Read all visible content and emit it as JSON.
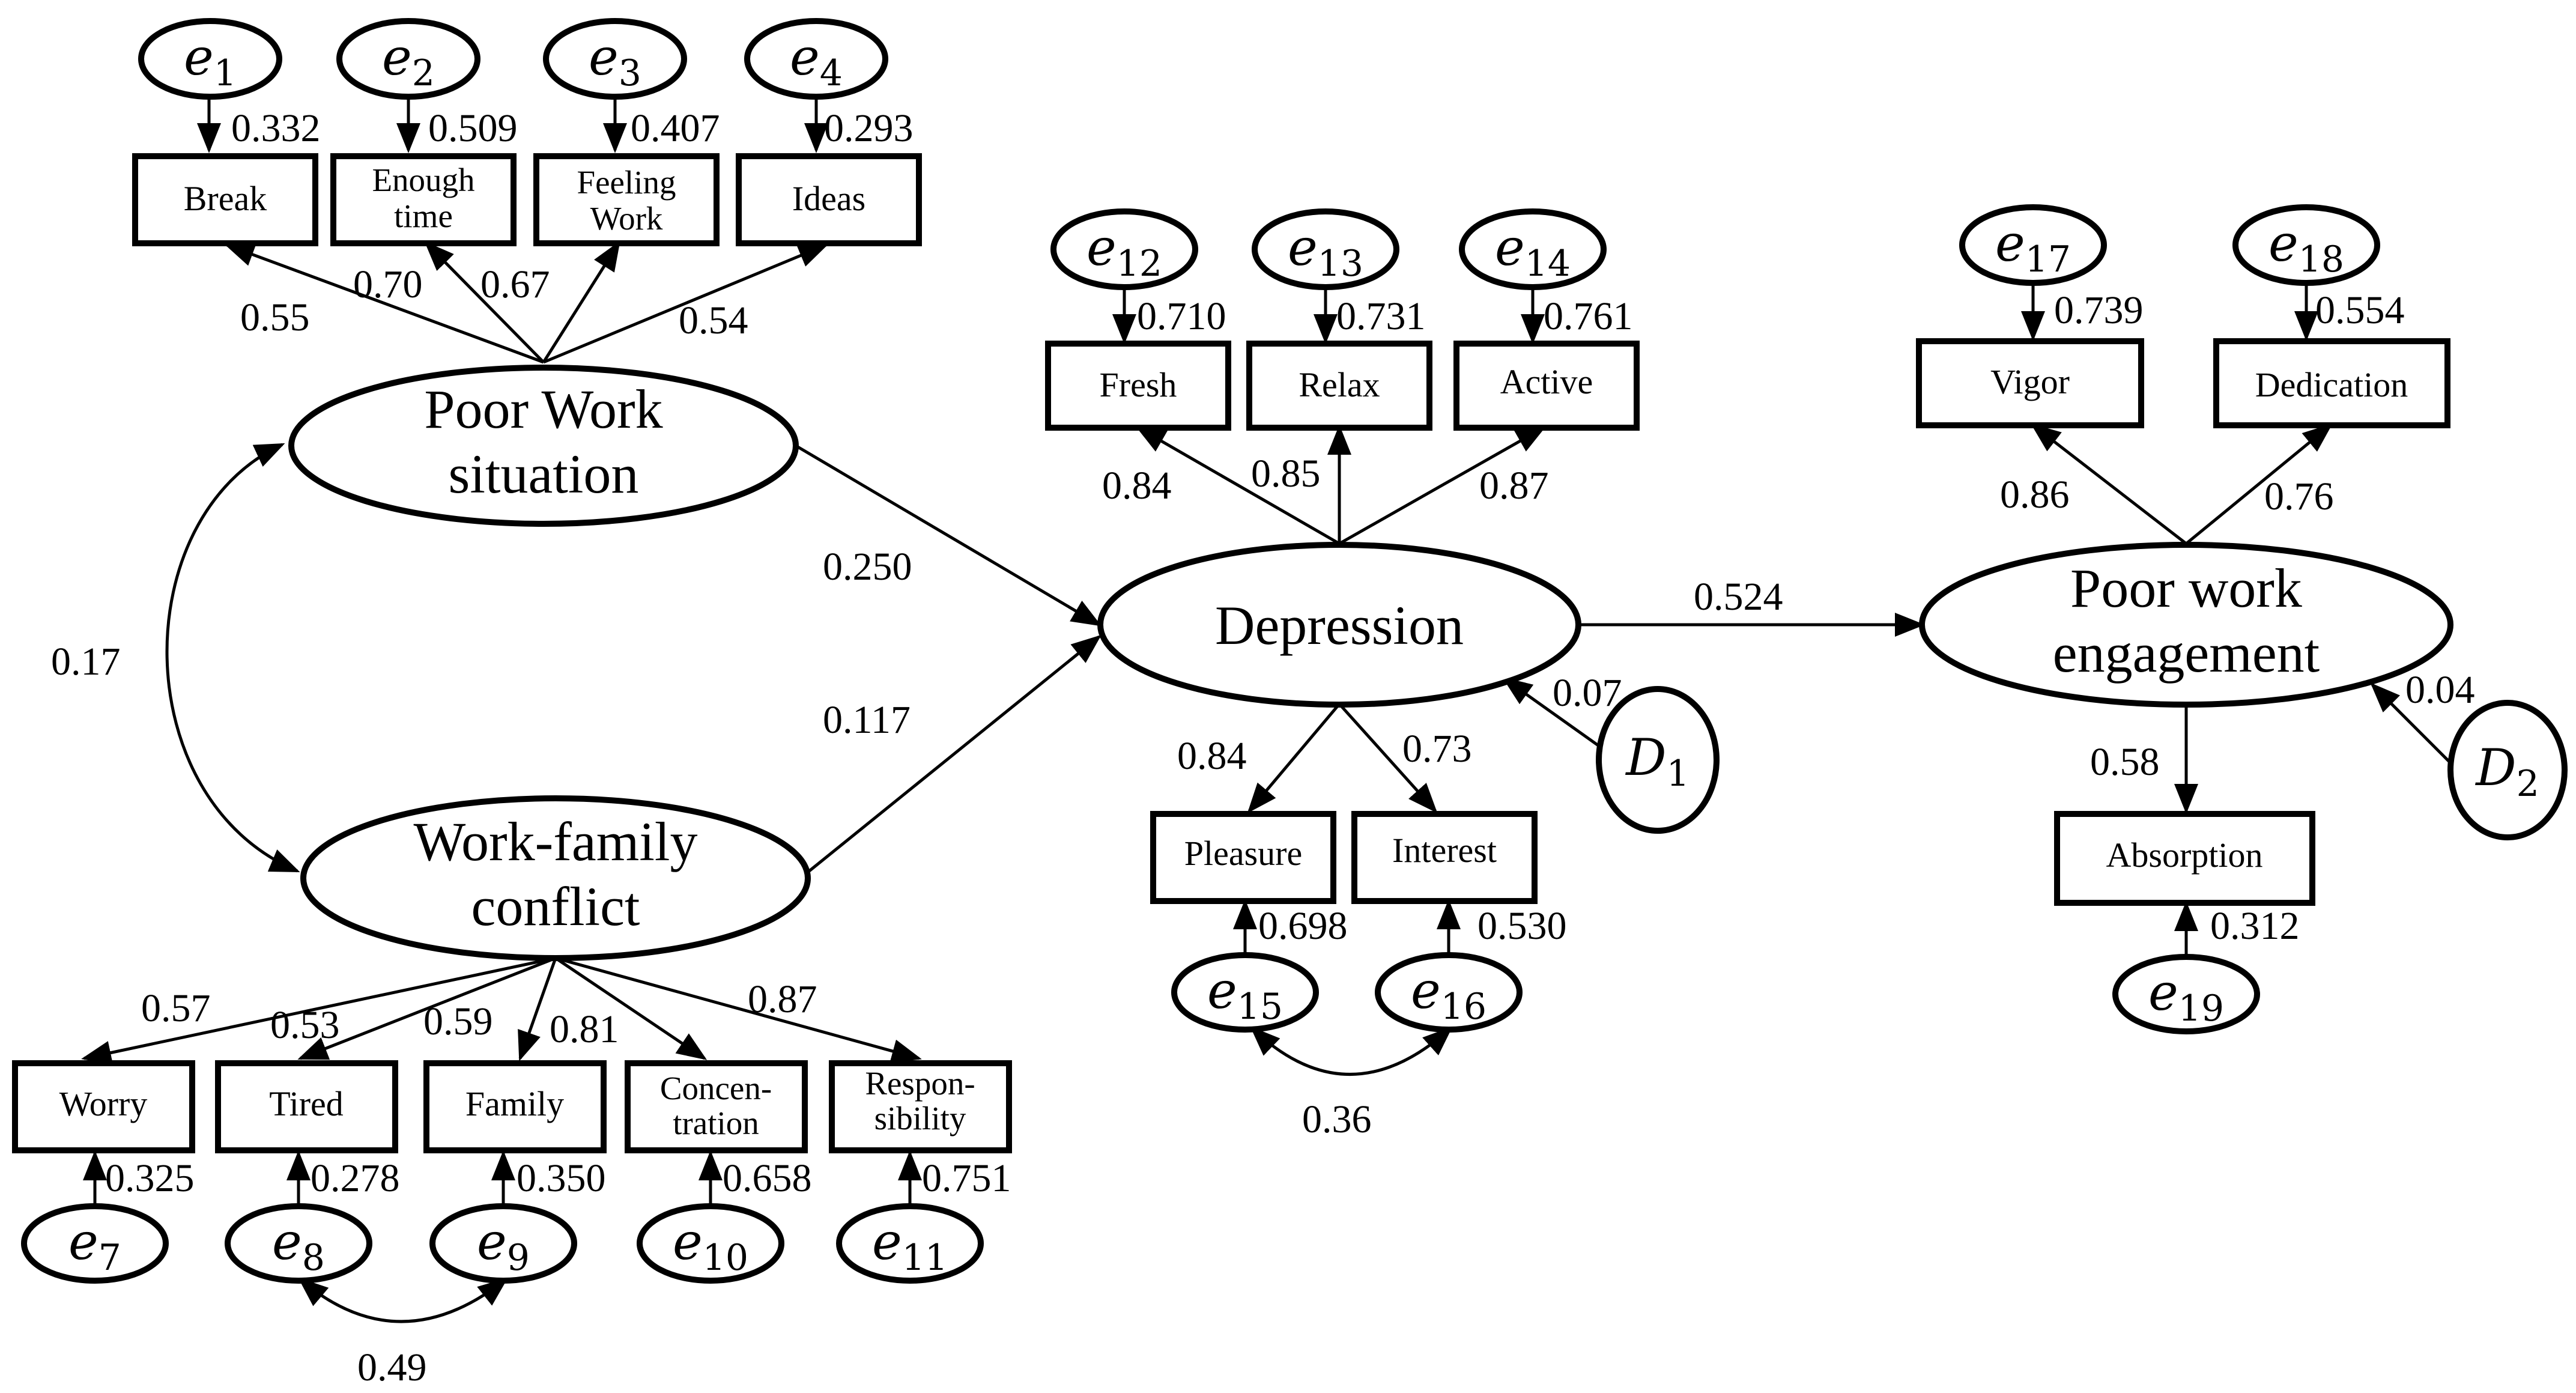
{
  "latent": {
    "poor_work_situation": [
      "Poor Work",
      "situation"
    ],
    "work_family_conflict": [
      "Work-family",
      "conflict"
    ],
    "depression": "Depression",
    "poor_work_engagement": [
      "Poor work",
      "engagement"
    ]
  },
  "observed": {
    "break": [
      "Break"
    ],
    "enough_time": [
      "Enough",
      "time"
    ],
    "feeling_work": [
      "Feeling",
      "Work"
    ],
    "ideas": [
      "Ideas"
    ],
    "fresh": [
      "Fresh"
    ],
    "relax": [
      "Relax"
    ],
    "active": [
      "Active"
    ],
    "vigor": [
      "Vigor"
    ],
    "dedication": [
      "Dedication"
    ],
    "pleasure": [
      "Pleasure"
    ],
    "interest": [
      "Interest"
    ],
    "absorption": [
      "Absorption"
    ],
    "worry": [
      "Worry"
    ],
    "tired": [
      "Tired"
    ],
    "family": [
      "Family"
    ],
    "concentration": [
      "Concen-",
      "tration"
    ],
    "responsibility": [
      "Respon-",
      "sibility"
    ]
  },
  "errors": {
    "e1": {
      "letter": "e",
      "sub": "1",
      "value": "0.332"
    },
    "e2": {
      "letter": "e",
      "sub": "2",
      "value": "0.509"
    },
    "e3": {
      "letter": "e",
      "sub": "3",
      "value": "0.407"
    },
    "e4": {
      "letter": "e",
      "sub": "4",
      "value": "0.293"
    },
    "e7": {
      "letter": "e",
      "sub": "7",
      "value": "0.325"
    },
    "e8": {
      "letter": "e",
      "sub": "8",
      "value": "0.278"
    },
    "e9": {
      "letter": "e",
      "sub": "9",
      "value": "0.350"
    },
    "e10": {
      "letter": "e",
      "sub": "10",
      "value": "0.658"
    },
    "e11": {
      "letter": "e",
      "sub": "11",
      "value": "0.751"
    },
    "e12": {
      "letter": "e",
      "sub": "12",
      "value": "0.710"
    },
    "e13": {
      "letter": "e",
      "sub": "13",
      "value": "0.731"
    },
    "e14": {
      "letter": "e",
      "sub": "14",
      "value": "0.761"
    },
    "e15": {
      "letter": "e",
      "sub": "15",
      "value": "0.698"
    },
    "e16": {
      "letter": "e",
      "sub": "16",
      "value": "0.530"
    },
    "e17": {
      "letter": "e",
      "sub": "17",
      "value": "0.739"
    },
    "e18": {
      "letter": "e",
      "sub": "18",
      "value": "0.554"
    },
    "e19": {
      "letter": "e",
      "sub": "19",
      "value": "0.312"
    },
    "d1": {
      "letter": "D",
      "sub": "1",
      "value": "0.07"
    },
    "d2": {
      "letter": "D",
      "sub": "2",
      "value": "0.04"
    }
  },
  "loadings": {
    "break": "0.55",
    "enough_time": "0.70",
    "feeling_work": "0.67",
    "ideas": "0.54",
    "fresh": "0.84",
    "relax": "0.85",
    "active": "0.87",
    "vigor": "0.86",
    "dedication": "0.76",
    "pleasure": "0.84",
    "interest": "0.73",
    "absorption": "0.58",
    "worry": "0.57",
    "tired": "0.53",
    "family": "0.59",
    "concentration": "0.81",
    "responsibility": "0.87"
  },
  "paths": {
    "pws_to_depression": "0.250",
    "wfc_to_depression": "0.117",
    "depression_to_engagement": "0.524"
  },
  "correlations": {
    "pws_wfc": "0.17",
    "e15_e16": "0.36",
    "e8_e9": "0.49"
  }
}
